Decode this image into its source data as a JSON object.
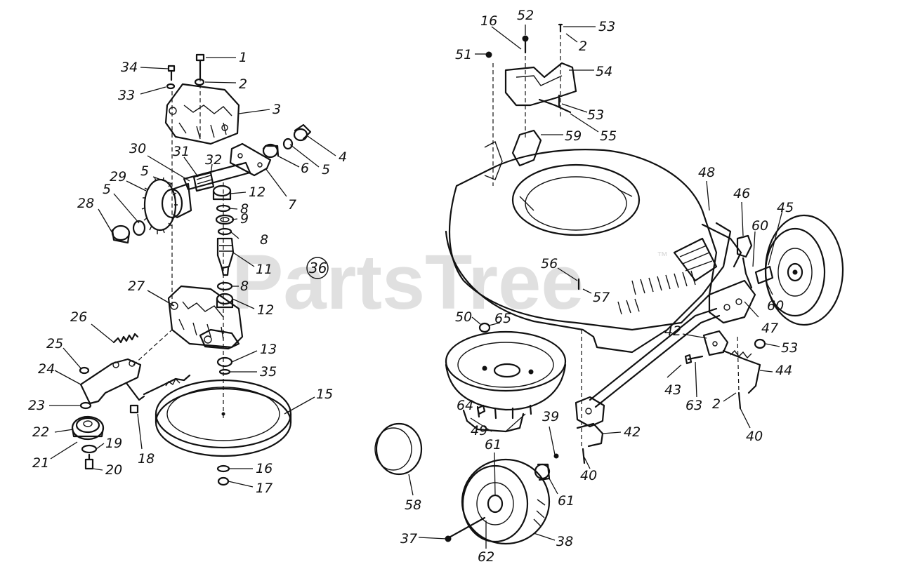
{
  "watermark": {
    "text": "PartsTree",
    "trademark": "™"
  },
  "reference_number": "36",
  "callouts": {
    "c1": "1",
    "c2a": "2",
    "c3": "3",
    "c4": "4",
    "c5a": "5",
    "c5b": "5",
    "c5c": "5",
    "c6": "6",
    "c7": "7",
    "c8a": "8",
    "c8b": "8",
    "c8c": "8",
    "c9": "9",
    "c11": "11",
    "c12a": "12",
    "c12b": "12",
    "c13": "13",
    "c15": "15",
    "c16a": "16",
    "c17": "17",
    "c18": "18",
    "c19": "19",
    "c20": "20",
    "c21": "21",
    "c22": "22",
    "c23": "23",
    "c24": "24",
    "c25": "25",
    "c26": "26",
    "c27": "27",
    "c28": "28",
    "c29": "29",
    "c30": "30",
    "c31": "31",
    "c32": "32",
    "c33": "33",
    "c34": "34",
    "c35": "35",
    "c16b": "16",
    "c52": "52",
    "c53a": "53",
    "c2b": "2",
    "c51": "51",
    "c54": "54",
    "c53b": "53",
    "c55": "55",
    "c59": "59",
    "c48": "48",
    "c46": "46",
    "c45": "45",
    "c60a": "60",
    "c60b": "60",
    "c47": "47",
    "c56": "56",
    "c57": "57",
    "c50": "50",
    "c65": "65",
    "c42a": "42",
    "c53c": "53",
    "c44": "44",
    "c43": "43",
    "c63": "63",
    "c2c": "2",
    "c40a": "40",
    "c64": "64",
    "c49": "49",
    "c39": "39",
    "c42b": "42",
    "c40b": "40",
    "c61a": "61",
    "c61b": "61",
    "c58": "58",
    "c37": "37",
    "c62": "62",
    "c38": "38"
  }
}
